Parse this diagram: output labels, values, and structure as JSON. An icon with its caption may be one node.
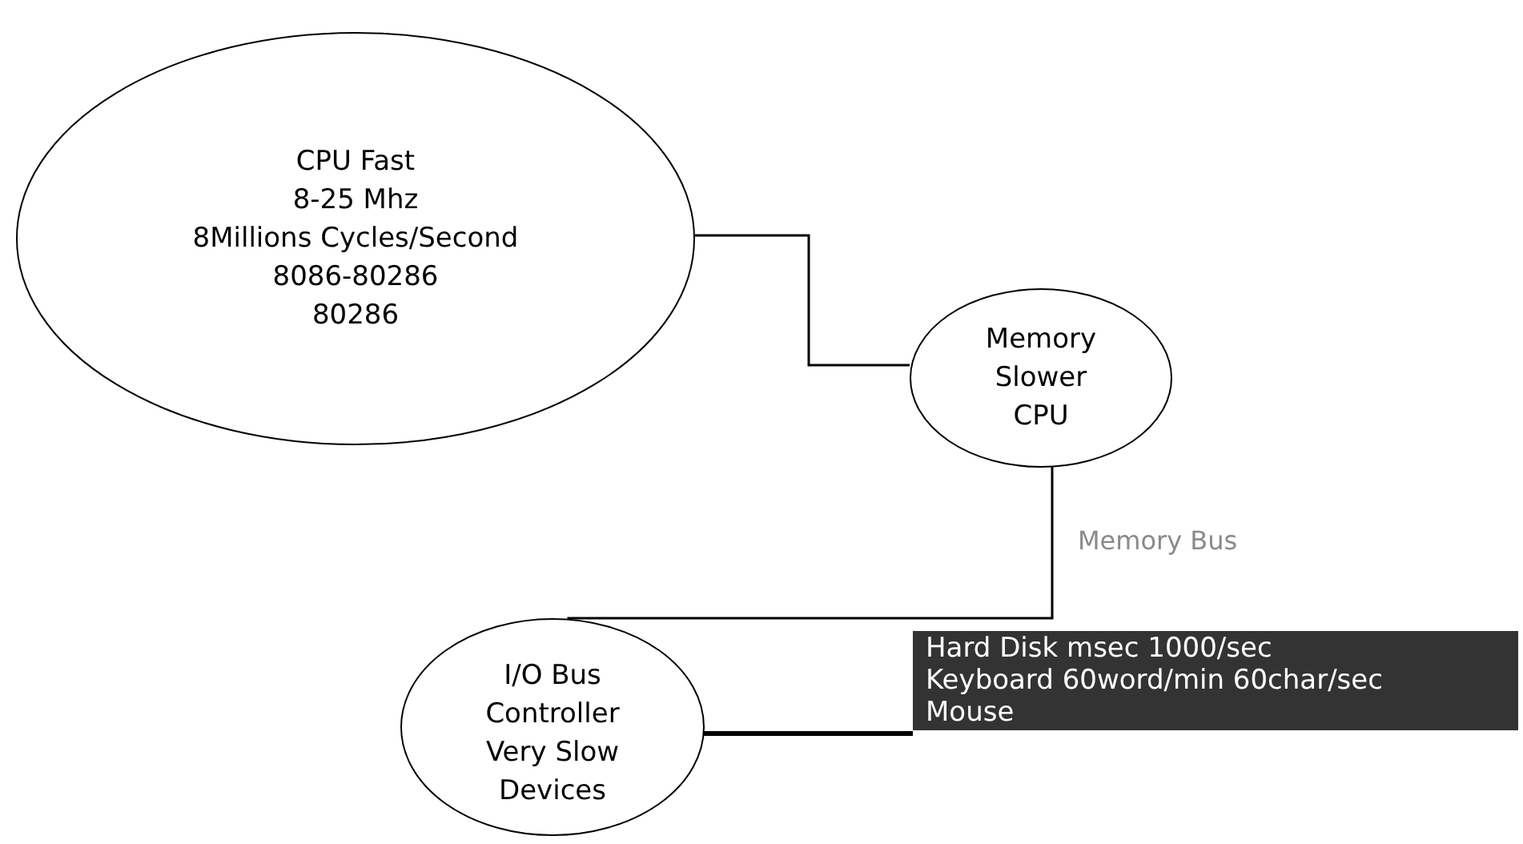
{
  "diagram": {
    "nodes": [
      {
        "text": [
          "CPU Fast",
          "8-25 Mhz",
          "8Millions Cycles/Second",
          "8086-80286",
          "80286"
        ]
      },
      {
        "text": [
          "Memory",
          "Slower",
          "CPU"
        ]
      },
      {
        "text": [
          "I/O Bus",
          "Controller",
          "Very Slow",
          "Devices"
        ]
      },
      {
        "text": [
          "Hard Disk msec 1000/sec",
          "Keyboard 60word/min 60char/sec",
          "Mouse"
        ]
      }
    ],
    "edges": [
      {
        "from": 0,
        "to": 1,
        "arrow": "none"
      },
      {
        "from": 1,
        "to": 2,
        "arrow": "none",
        "label": "Memory Bus"
      },
      {
        "from": 2,
        "to": 3,
        "arrow": "none",
        "style": "thick"
      }
    ]
  }
}
